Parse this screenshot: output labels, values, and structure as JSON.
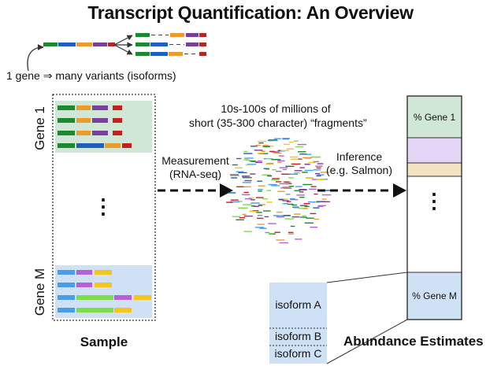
{
  "title": "Transcript Quantification: An Overview",
  "gene_caption": "1 gene ⇒ many variants (isoforms)",
  "fragments_caption_line1": "10s-100s of millions of",
  "fragments_caption_line2": "short (35-300 character) “fragments”",
  "measurement_line1": "Measurement",
  "measurement_line2": "(RNA-seq)",
  "inference_line1": "Inference",
  "inference_line2": "(e.g. Salmon)",
  "gene_1_label": "Gene 1",
  "gene_m_label": "Gene M",
  "ellipsis": "⋮",
  "sample_label": "Sample",
  "abundance_label": "Abundance Estimates",
  "bar_gene_1": "% Gene 1",
  "bar_gene_m": "% Gene M",
  "isoform_a": "isoform A",
  "isoform_b": "isoform B",
  "isoform_c": "isoform C",
  "colors": {
    "green": "#1a8a2e",
    "blue": "#1f5fbf",
    "orange": "#ef9a2a",
    "purple": "#7a3f99",
    "red": "#c52020",
    "lightblue": "#4c9bea",
    "violet": "#b55fd9",
    "yellow": "#f2c522",
    "lime": "#7fdc4a",
    "gene1_bg": "#cfe7d4",
    "genem_bg": "#cfe2f5",
    "lavender": "#e4d4f5",
    "wheat": "#f2e3c3"
  }
}
